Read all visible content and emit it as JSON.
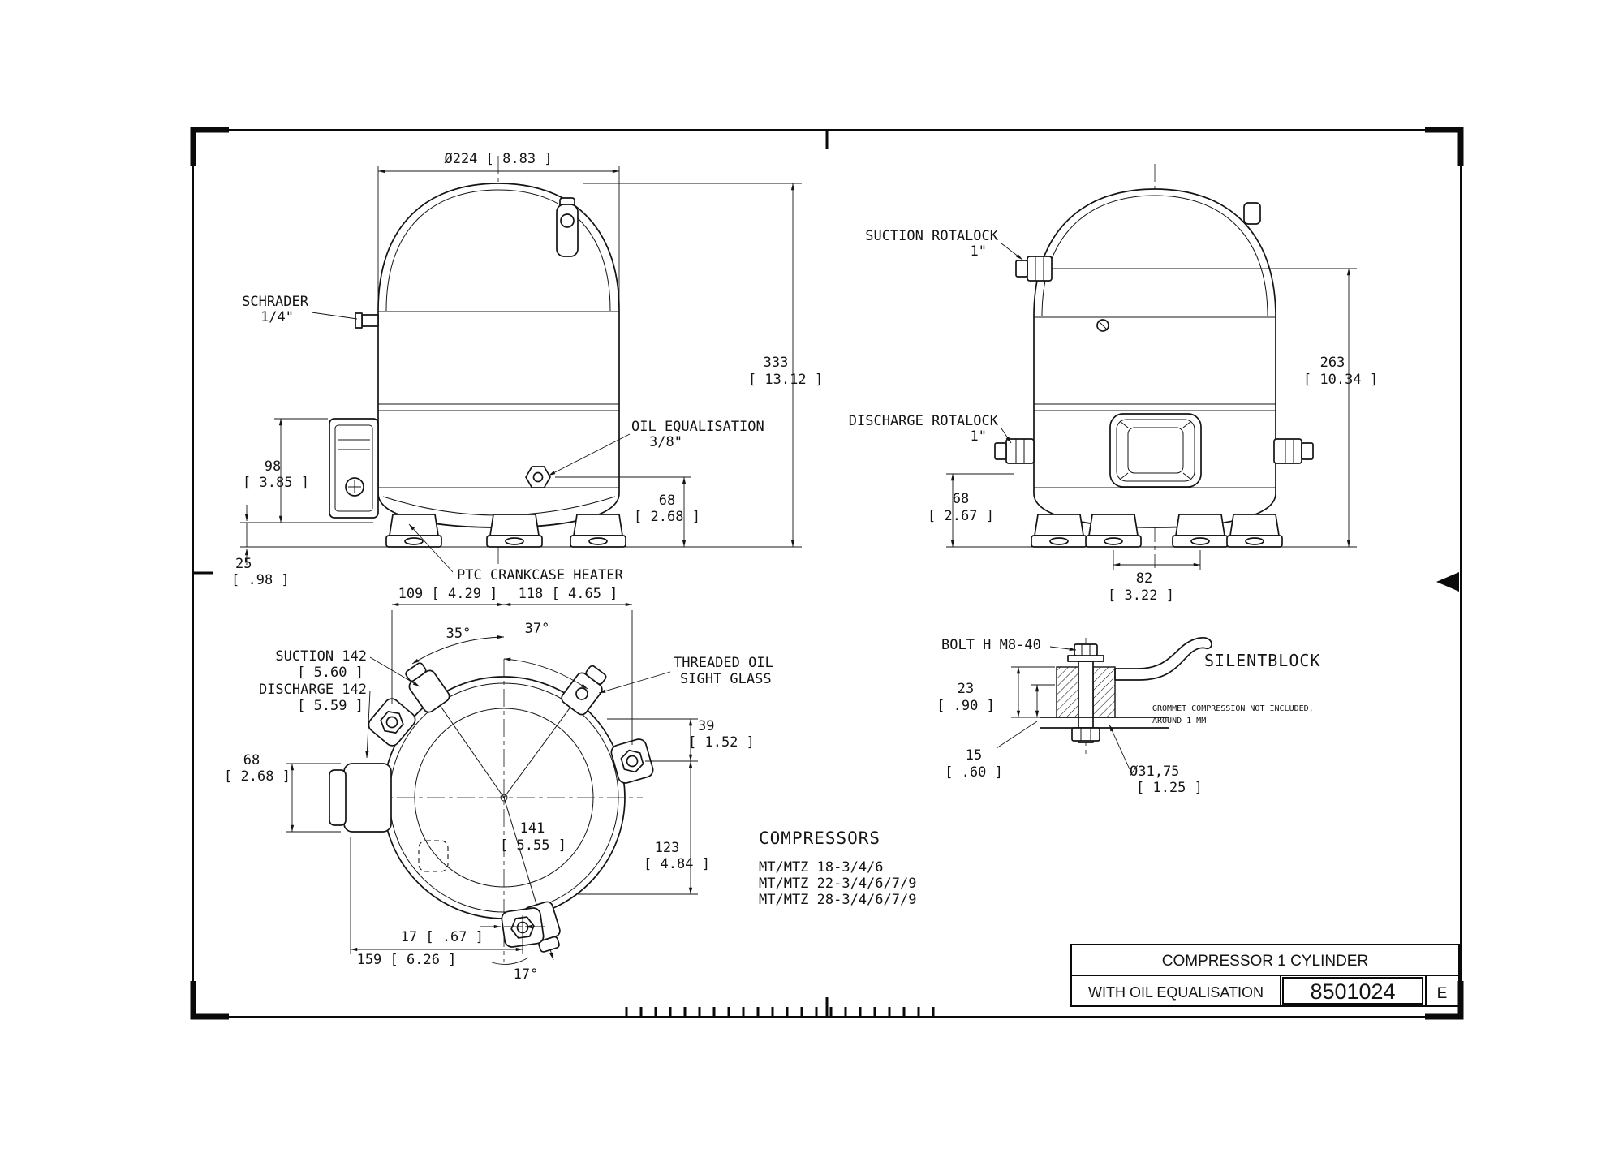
{
  "colors": {
    "line": "#141414",
    "background": "#ffffff"
  },
  "front_view": {
    "dim_diameter": "Ø224 [ 8.83 ]",
    "schrader_label": "SCHRADER",
    "schrader_size": "1/4\"",
    "oil_eq_label": "OIL EQUALISATION",
    "oil_eq_size": "3/8\"",
    "ptc_label": "PTC CRANKCASE HEATER",
    "dim_height_mm": "333",
    "dim_height_in": "[ 13.12 ]",
    "dim_box_mm": "98",
    "dim_box_in": "[ 3.85 ]",
    "dim_foot_mm": "25",
    "dim_foot_in": "[ .98 ]",
    "dim_oil_mm": "68",
    "dim_oil_in": "[ 2.68 ]"
  },
  "side_view": {
    "suction_label": "SUCTION ROTALOCK",
    "suction_size": "1\"",
    "discharge_label": "DISCHARGE ROTALOCK",
    "discharge_size": "1\"",
    "dim_height_mm": "263",
    "dim_height_in": "[ 10.34 ]",
    "dim_fitting_mm": "68",
    "dim_fitting_in": "[ 2.67 ]",
    "dim_feet_mm": "82",
    "dim_feet_in": "[ 3.22 ]"
  },
  "top_view": {
    "dim_left": "109 [ 4.29 ]",
    "dim_right": "118 [ 4.65 ]",
    "angle_left": "35°",
    "angle_right": "37°",
    "suction_dim": "SUCTION 142",
    "suction_dim_in": "[ 5.60 ]",
    "discharge_dim": "DISCHARGE 142",
    "discharge_dim_in": "[ 5.59 ]",
    "sight_glass_l1": "THREADED OIL",
    "sight_glass_l2": "SIGHT GLASS",
    "dim_39_mm": "39",
    "dim_39_in": "[ 1.52 ]",
    "dim_68_mm": "68",
    "dim_68_in": "[ 2.68 ]",
    "dim_141_mm": "141",
    "dim_141_in": "[ 5.55 ]",
    "dim_123_mm": "123",
    "dim_123_in": "[ 4.84 ]",
    "dim_17": "17 [ .67 ]",
    "dim_159": "159 [ 6.26 ]",
    "angle_bottom": "17°"
  },
  "silentblock": {
    "bolt_label": "BOLT H M8-40",
    "title": "SILENTBLOCK",
    "dim_23_mm": "23",
    "dim_23_in": "[ .90 ]",
    "dim_15_mm": "15",
    "dim_15_in": "[ .60 ]",
    "dim_dia_mm": "Ø31,75",
    "dim_dia_in": "[ 1.25 ]",
    "note_l1": "GROMMET COMPRESSION NOT INCLUDED,",
    "note_l2": "AROUND 1 MM"
  },
  "compressors": {
    "heading": "COMPRESSORS",
    "models": [
      "MT/MTZ 18-3/4/6",
      "MT/MTZ 22-3/4/6/7/9",
      "MT/MTZ 28-3/4/6/7/9"
    ]
  },
  "title_block": {
    "title": "COMPRESSOR 1 CYLINDER",
    "subtitle": "WITH OIL EQUALISATION",
    "drawing_number": "8501024",
    "revision": "E"
  }
}
